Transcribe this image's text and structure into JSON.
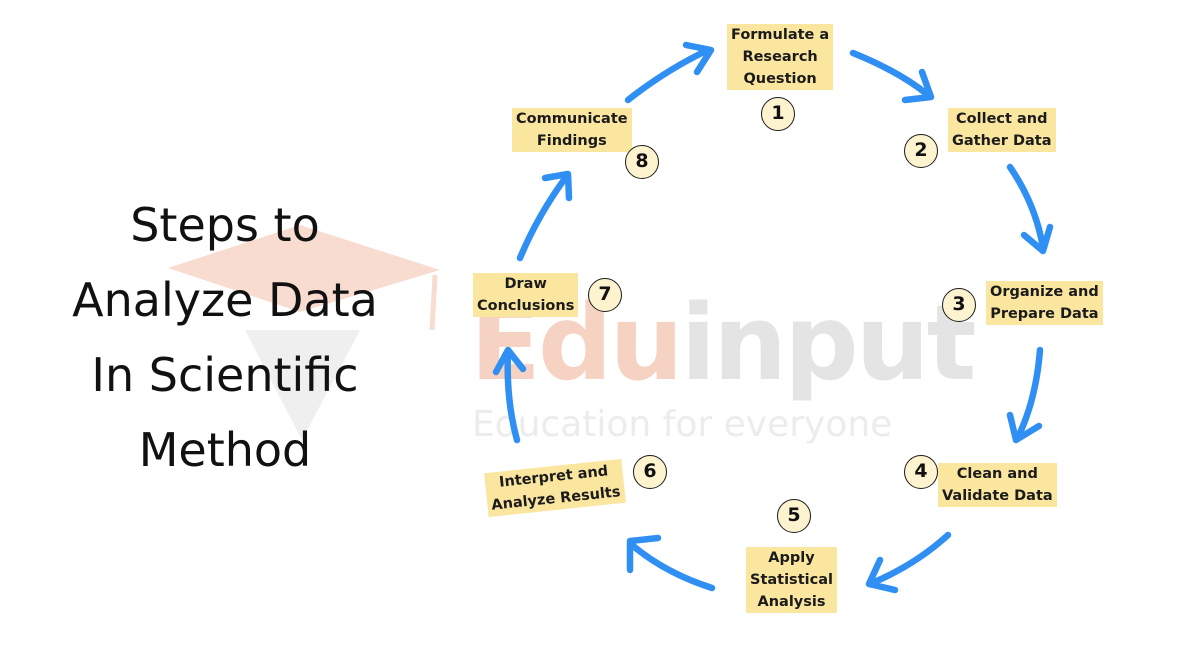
{
  "title_lines": [
    "Steps to",
    "Analyze Data",
    "In Scientific",
    "Method"
  ],
  "watermark": {
    "brand_part1": "Edu",
    "brand_part2": "input",
    "tagline": "Education for everyone"
  },
  "steps": [
    {
      "number": "1",
      "label": [
        "Formulate a",
        "Research",
        "Question"
      ]
    },
    {
      "number": "2",
      "label": [
        "Collect and",
        "Gather Data"
      ]
    },
    {
      "number": "3",
      "label": [
        "Organize and",
        "Prepare Data"
      ]
    },
    {
      "number": "4",
      "label": [
        "Clean and",
        "Validate Data"
      ]
    },
    {
      "number": "5",
      "label": [
        "Apply",
        "Statistical",
        "Analysis"
      ]
    },
    {
      "number": "6",
      "label": [
        "Interpret and",
        "Analyze Results"
      ]
    },
    {
      "number": "7",
      "label": [
        "Draw",
        "Conclusions"
      ]
    },
    {
      "number": "8",
      "label": [
        "Communicate",
        "Findings"
      ]
    }
  ],
  "colors": {
    "arrow": "#2f8ff2",
    "label_bg": "#fbe69f",
    "number_bg": "#fdf3cf",
    "watermark_brand": "#f6d2c3",
    "watermark_grey": "#e4e4e4"
  }
}
